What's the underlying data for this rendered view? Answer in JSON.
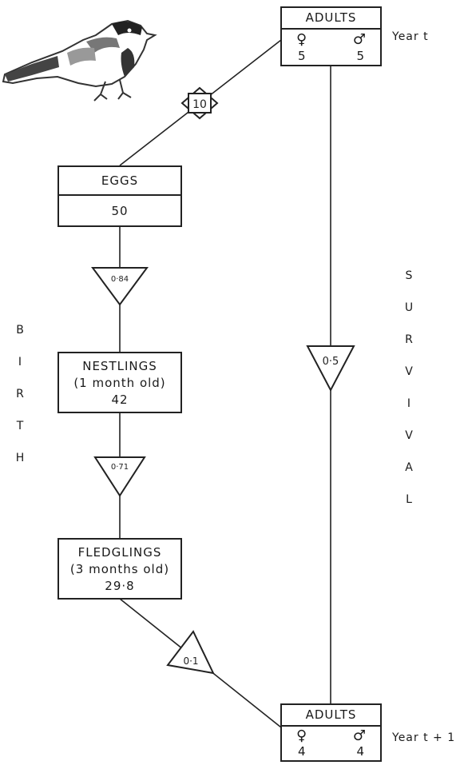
{
  "adults_top": {
    "title": "ADULTS",
    "female_symbol": "♀",
    "male_symbol": "♂",
    "female_count": "5",
    "male_count": "5"
  },
  "year_top": "Year t",
  "eggs": {
    "title": "EGGS",
    "value": "50"
  },
  "nestlings": {
    "title": "NESTLINGS",
    "subtitle": "(1 month old)",
    "value": "42"
  },
  "fledglings": {
    "title": "FLEDGLINGS",
    "subtitle": "(3 months old)",
    "value": "29·8"
  },
  "adults_bottom": {
    "title": "ADULTS",
    "female_symbol": "♀",
    "male_symbol": "♂",
    "female_count": "4",
    "male_count": "4"
  },
  "year_bottom": "Year t + 1",
  "factors": {
    "eggs_per_adult": "10",
    "egg_to_nestling": "0·84",
    "nestling_to_fledgling": "0·71",
    "fledgling_to_adult": "0·1",
    "adult_survival": "0·5"
  },
  "birth_letters": [
    "B",
    "I",
    "R",
    "T",
    "H"
  ],
  "survival_letters": [
    "S",
    "U",
    "R",
    "V",
    "I",
    "V",
    "A",
    "L"
  ],
  "illustration": {
    "subject": "great tit bird drawing",
    "icon": "bird-icon"
  }
}
